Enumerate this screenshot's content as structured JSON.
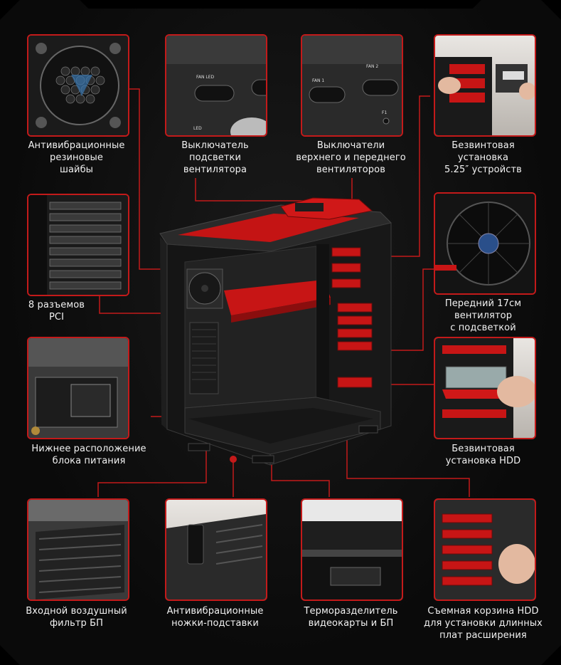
{
  "colors": {
    "accent": "#c31a1a",
    "background": "#0b0b0b",
    "text": "#f2f2f2"
  },
  "features": [
    {
      "id": "rubber-grommets",
      "lines": [
        "Антивибрационные",
        "резиновые",
        "шайбы"
      ]
    },
    {
      "id": "fan-light-switch",
      "lines": [
        "Выключатель",
        "подсветки",
        "вентилятора"
      ]
    },
    {
      "id": "fan-switches",
      "lines": [
        "Выключатели",
        "верхнего и переднего",
        "вентиляторов"
      ]
    },
    {
      "id": "toolless-525",
      "lines": [
        "Безвинтовая",
        "установка",
        "5.25″ устройств"
      ]
    },
    {
      "id": "pci-slots",
      "lines": [
        "8 разъемов",
        "PCI"
      ]
    },
    {
      "id": "front-fan",
      "lines": [
        "Передний 17см",
        "вентилятор",
        "с подсветкой"
      ]
    },
    {
      "id": "bottom-psu",
      "lines": [
        "Нижнее расположение",
        "блока питания"
      ]
    },
    {
      "id": "toolless-hdd",
      "lines": [
        "Безвинтовая",
        "установка HDD"
      ]
    },
    {
      "id": "psu-filter",
      "lines": [
        "Входной воздушный",
        "фильтр БП"
      ]
    },
    {
      "id": "anti-vibration-feet",
      "lines": [
        "Антивибрационные",
        "ножки-подставки"
      ]
    },
    {
      "id": "thermal-divider",
      "lines": [
        "Терморазделитель",
        "видеокарты и БП"
      ]
    },
    {
      "id": "removable-hdd-cage",
      "lines": [
        "Съемная корзина HDD",
        "для установки длинных",
        "плат расширения"
      ]
    }
  ],
  "switch_labels": {
    "fan_led": "FAN LED",
    "led": "LED",
    "fan1": "FAN 1",
    "fan2": "FAN 2",
    "f1": "F1"
  }
}
